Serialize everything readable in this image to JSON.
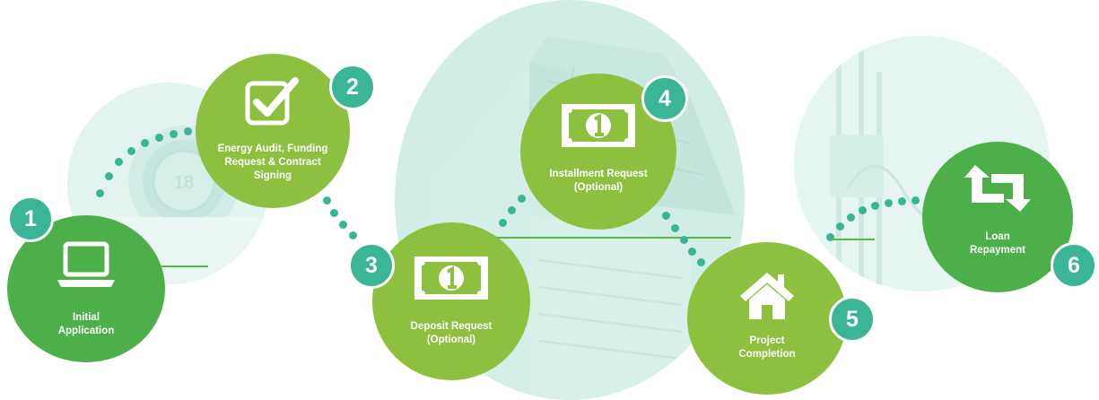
{
  "colors": {
    "step_light_green": "#8dc03f",
    "step_dark_green": "#4daf4a",
    "badge_teal": "#3ab596",
    "dot_teal": "#36b597",
    "connector_line": "#58b847",
    "background_tint": "#d9efe9"
  },
  "steps": [
    {
      "number": "1",
      "label": "Initial\nApplication",
      "icon": "laptop-icon"
    },
    {
      "number": "2",
      "label": "Energy Audit, Funding Request & Contract Signing",
      "icon": "checkbox-check-icon"
    },
    {
      "number": "3",
      "label": "Deposit Request\n(Optional)",
      "icon": "dollar-bill-icon"
    },
    {
      "number": "4",
      "label": "Installment Request\n(Optional)",
      "icon": "dollar-bill-icon"
    },
    {
      "number": "5",
      "label": "Project\nCompletion",
      "icon": "house-icon"
    },
    {
      "number": "6",
      "label": "Loan\nRepayment",
      "icon": "repeat-arrows-icon"
    }
  ],
  "background_photos": [
    "thermostat-photo",
    "solar-house-photo",
    "utility-meter-photo"
  ]
}
